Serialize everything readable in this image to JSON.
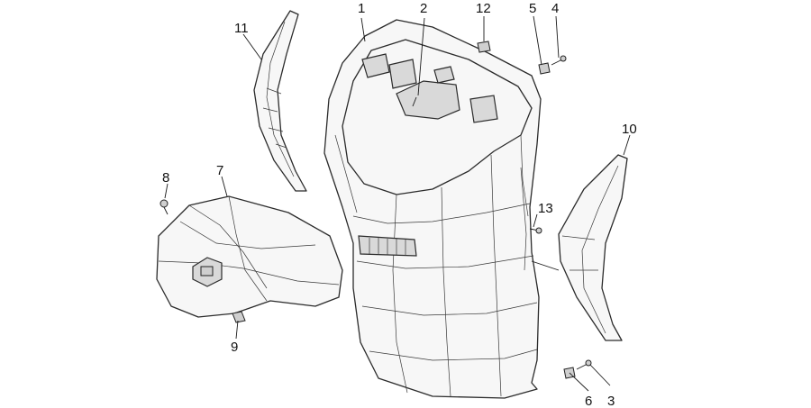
{
  "callouts": {
    "c1": "1",
    "c2": "2",
    "c3": "3",
    "c4": "4",
    "c5": "5",
    "c6": "6",
    "c7": "7",
    "c8": "8",
    "c9": "9",
    "c10": "10",
    "c11": "11",
    "c12": "12",
    "c13": "13"
  },
  "colors": {
    "line": "#2b2b2b",
    "fill": "#f7f7f7",
    "background": "#ffffff"
  }
}
